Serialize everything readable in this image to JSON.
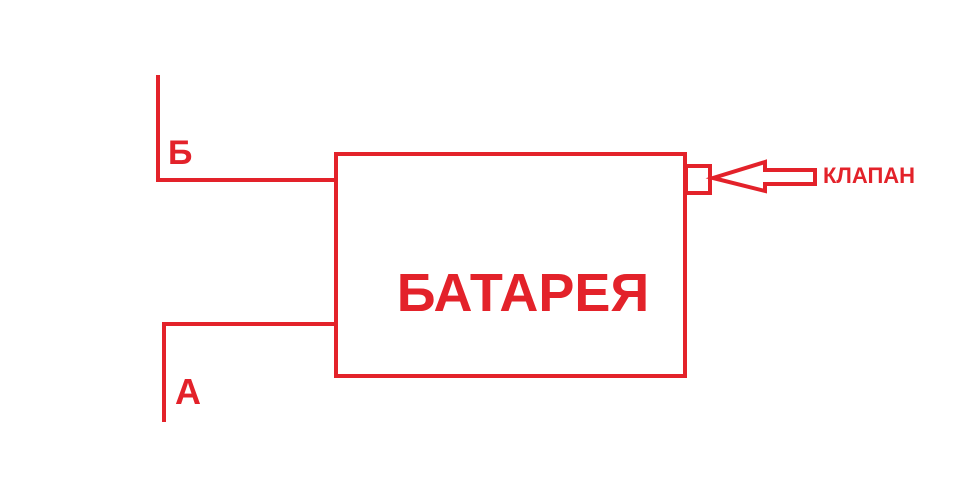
{
  "diagram": {
    "color": "#E3222A",
    "battery_label": "БАТАРЕЯ",
    "pipe_b_label": "Б",
    "pipe_a_label": "А",
    "valve_label": "КЛАПАН"
  }
}
